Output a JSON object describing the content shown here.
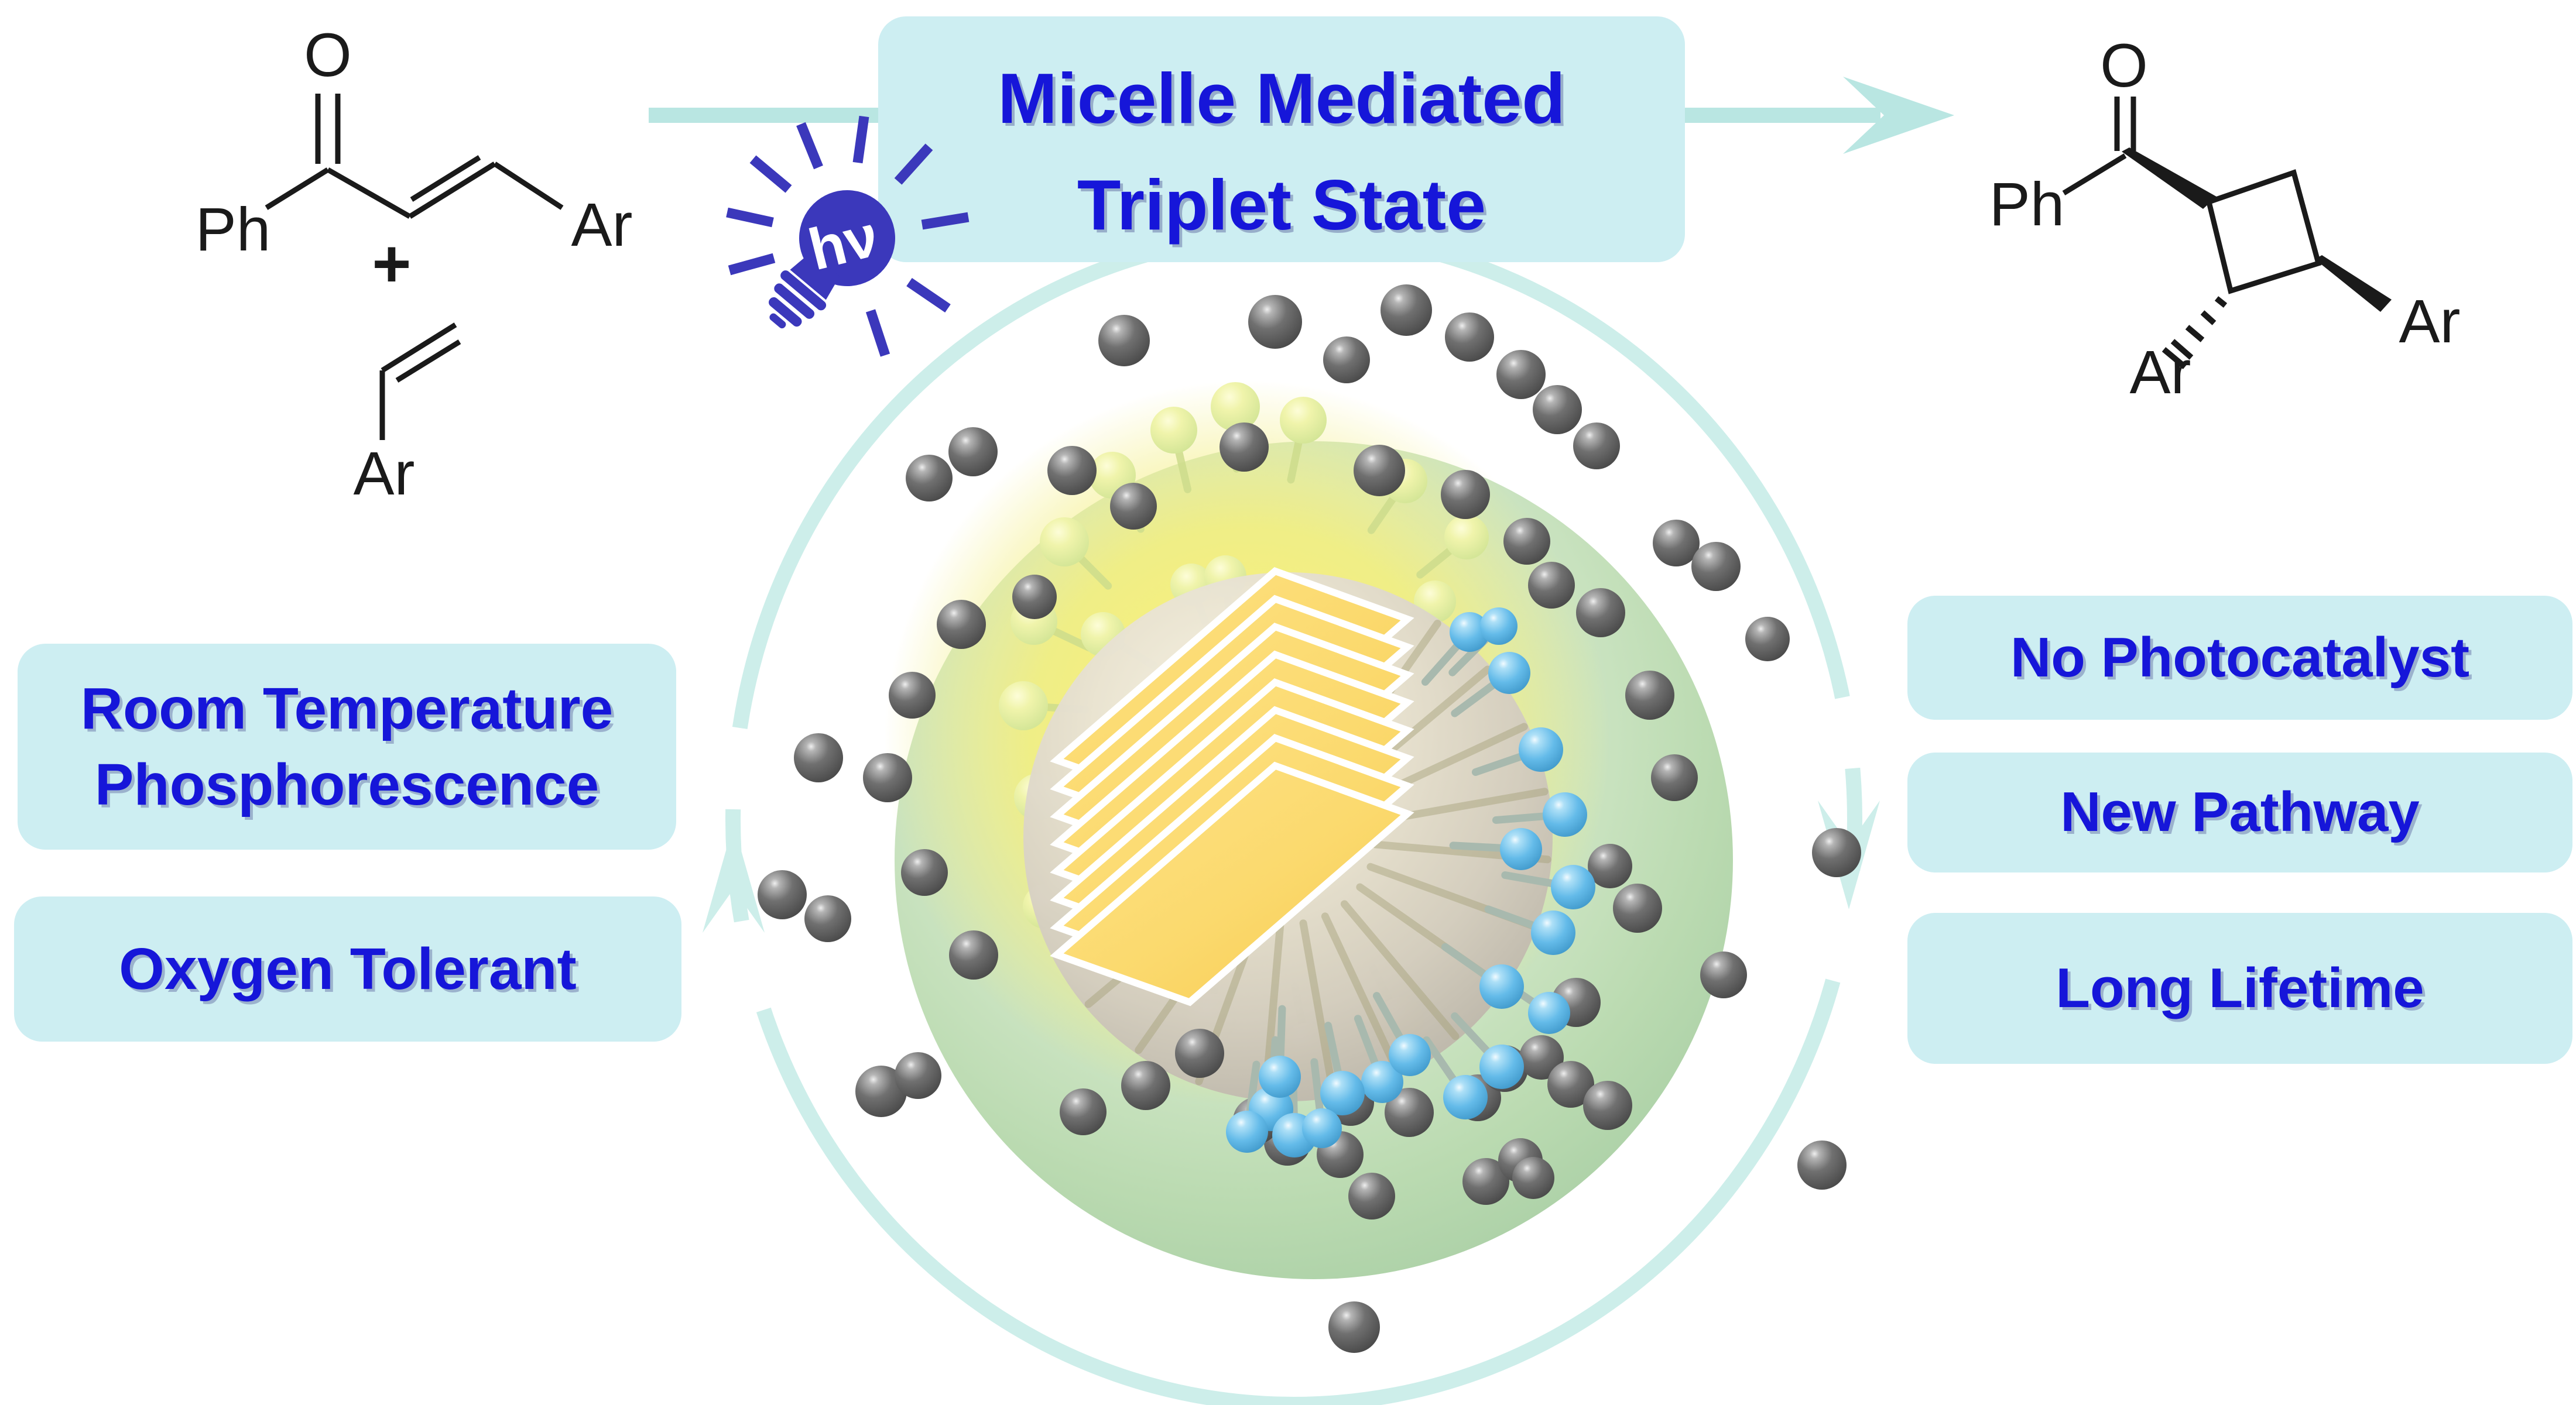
{
  "title_banner": {
    "line1": "Micelle Mediated",
    "line2": "Triplet State"
  },
  "light_source_label": "hν",
  "reactants": {
    "chalcone": {
      "phenyl": "Ph",
      "carbonyl_oxygen": "O",
      "aryl": "Ar"
    },
    "plus_sign": "+",
    "styrene": {
      "aryl": "Ar"
    }
  },
  "product": {
    "phenyl": "Ph",
    "carbonyl_oxygen": "O",
    "aryl_bottom": "Ar",
    "aryl_right": "Ar"
  },
  "features_left": [
    {
      "label": "Room Temperature Phosphorescence"
    },
    {
      "label": "Oxygen Tolerant"
    }
  ],
  "features_right": [
    {
      "label": "No Photocatalyst"
    },
    {
      "label": "New Pathway"
    },
    {
      "label": "Long Lifetime"
    }
  ],
  "colors": {
    "panel_cyan": "#cdeef2",
    "arrow_cyan": "#b9e6e2",
    "ring_cyan": "#cdeeea",
    "text_blue": "#1616d9",
    "bulb_blue": "#3b38bb",
    "micelle_green": "#bcdcb4",
    "glow_yellow": "#f5ef76",
    "plate_gold": "#fbd96d",
    "bead_gray": "#5f5f5f",
    "bead_blue": "#5fb7e6",
    "bead_yellow_green": "#e4eda0",
    "structure_black": "#1a1a1a"
  }
}
